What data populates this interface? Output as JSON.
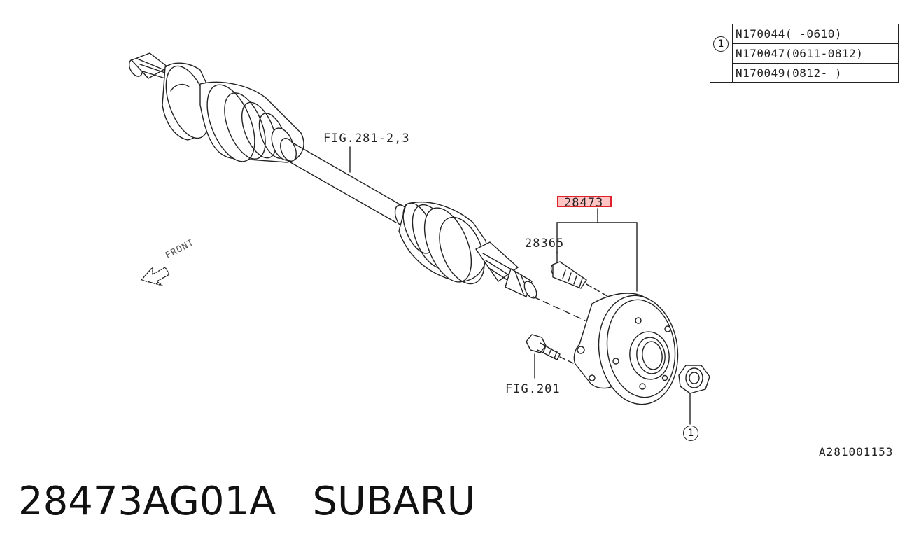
{
  "parts_table": {
    "ref_number": "1",
    "rows": [
      "N170044(     -0610)",
      "N170047(0611-0812)",
      "N170049(0812-     )"
    ]
  },
  "labels": {
    "fig_shaft": "FIG.281-2,3",
    "part_hub": "28473",
    "part_bolt": "28365",
    "fig_bolt": "FIG.201",
    "front": "FRONT",
    "nut_ref": "1",
    "diagram_code": "A281001153"
  },
  "footer": {
    "part_number": "28473AG01A",
    "brand": "SUBARU"
  },
  "colors": {
    "highlight_border": "#e0202a",
    "line": "#222222"
  }
}
